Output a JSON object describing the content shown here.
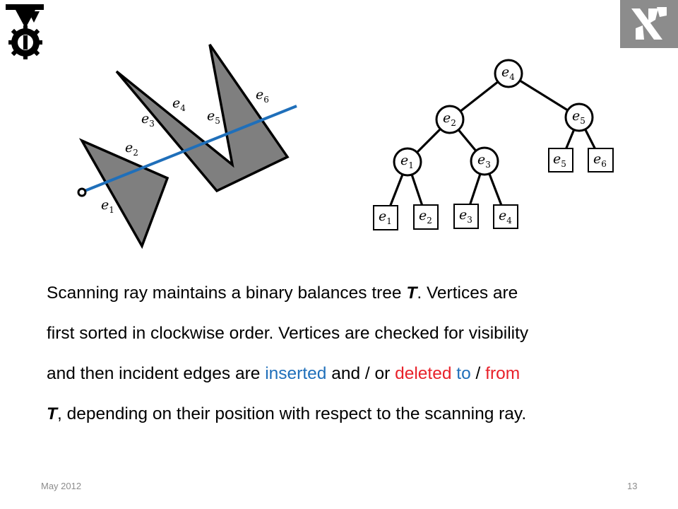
{
  "slide": {
    "footer_date": "May 2012",
    "page_number": "13"
  },
  "diagram": {
    "polygon_edges": [
      {
        "base": "e",
        "sub": "1"
      },
      {
        "base": "e",
        "sub": "2"
      },
      {
        "base": "e",
        "sub": "3"
      },
      {
        "base": "e",
        "sub": "4"
      },
      {
        "base": "e",
        "sub": "5"
      },
      {
        "base": "e",
        "sub": "6"
      }
    ],
    "tree_internal": [
      {
        "base": "e",
        "sub": "4"
      },
      {
        "base": "e",
        "sub": "2"
      },
      {
        "base": "e",
        "sub": "5"
      },
      {
        "base": "e",
        "sub": "1"
      },
      {
        "base": "e",
        "sub": "3"
      }
    ],
    "tree_leaves": [
      {
        "base": "e",
        "sub": "5"
      },
      {
        "base": "e",
        "sub": "6"
      },
      {
        "base": "e",
        "sub": "1"
      },
      {
        "base": "e",
        "sub": "2"
      },
      {
        "base": "e",
        "sub": "3"
      },
      {
        "base": "e",
        "sub": "4"
      }
    ],
    "colors": {
      "ray": "#1f6fba",
      "polygon_fill": "#7f7f7f",
      "logo_bg": "#8c8c8c"
    }
  },
  "caption": {
    "line1_a": "Scanning ray maintains a binary balances tree ",
    "line1_T": "T",
    "line1_b": ". Vertices are",
    "line2": "first sorted in clockwise order. Vertices are checked for visibility",
    "line3_a": "and then incident edges are ",
    "line3_inserted": "inserted",
    "line3_b": " and / or  ",
    "line3_deleted": "deleted",
    "line3_c": " ",
    "line3_to": "to",
    "line3_d": " / ",
    "line3_from": "from",
    "line4_T": "T",
    "line4_rest": ", depending on their position with respect to the scanning ray."
  }
}
